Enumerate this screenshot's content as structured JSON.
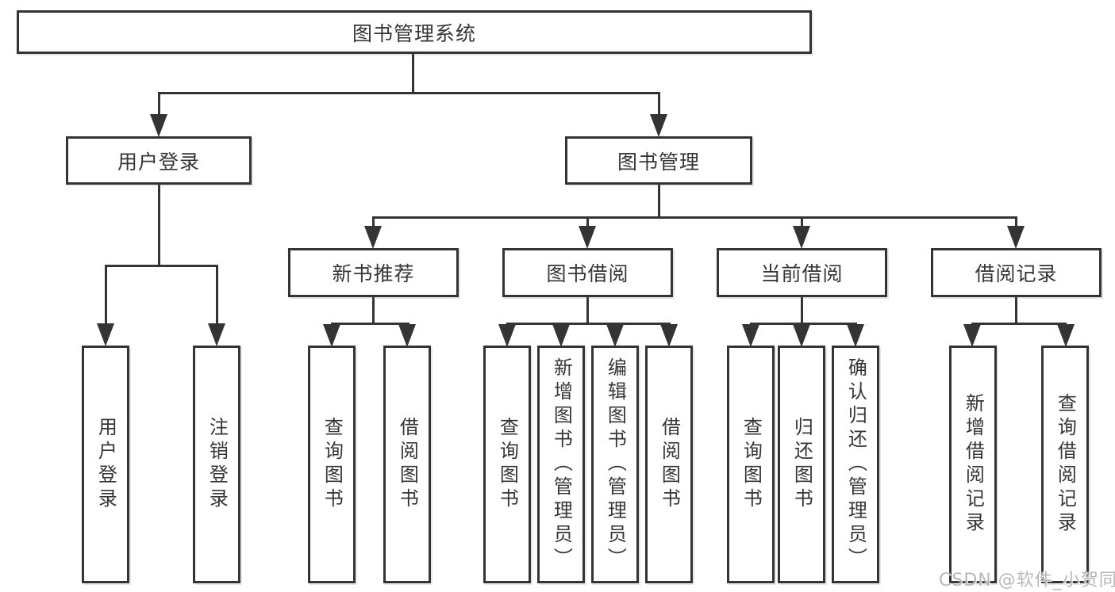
{
  "colors": {
    "line": "#343434",
    "box_border": "#343434",
    "box_fill": "#ffffff",
    "text": "#363636",
    "watermark": "#b5b5b5"
  },
  "tree": {
    "root": {
      "label": "图书管理系统"
    },
    "children": [
      {
        "label": "用户登录",
        "children": [
          {
            "label": "用户登录"
          },
          {
            "label": "注销登录"
          }
        ]
      },
      {
        "label": "图书管理",
        "children": [
          {
            "label": "新书推荐",
            "children": [
              {
                "label": "查询图书"
              },
              {
                "label": "借阅图书"
              }
            ]
          },
          {
            "label": "图书借阅",
            "children": [
              {
                "label": "查询图书"
              },
              {
                "label": "新增图书（管理员）"
              },
              {
                "label": "编辑图书（管理员）"
              },
              {
                "label": "借阅图书"
              }
            ]
          },
          {
            "label": "当前借阅",
            "children": [
              {
                "label": "查询图书"
              },
              {
                "label": "归还图书"
              },
              {
                "label": "确认归还（管理员）"
              }
            ]
          },
          {
            "label": "借阅记录",
            "children": [
              {
                "label": "新增借阅记录"
              },
              {
                "label": "查询借阅记录"
              }
            ]
          }
        ]
      }
    ]
  },
  "watermark": {
    "text": "CSDN @软件_小贺同学"
  }
}
